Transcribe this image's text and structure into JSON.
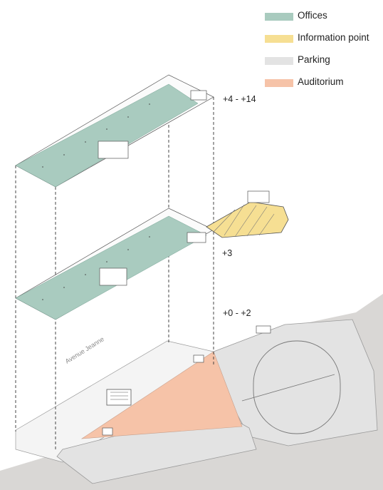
{
  "legend": {
    "items": [
      {
        "label": "Offices",
        "color": "#a9cbbf"
      },
      {
        "label": "Information point",
        "color": "#f6df93"
      },
      {
        "label": "Parking",
        "color": "#e3e3e3"
      },
      {
        "label": " Auditorium",
        "color": "#f6c3a8"
      }
    ]
  },
  "levels": {
    "upper": "+4 - +14",
    "middle": "+3",
    "lower": "+0 - +2"
  },
  "street": {
    "name": "Avenue Jeanne"
  },
  "colors": {
    "offices": "#a9cbbf",
    "information_point": "#f6df93",
    "parking": "#e3e3e3",
    "auditorium": "#f6c3a8",
    "terrain": "#d9d7d5"
  }
}
